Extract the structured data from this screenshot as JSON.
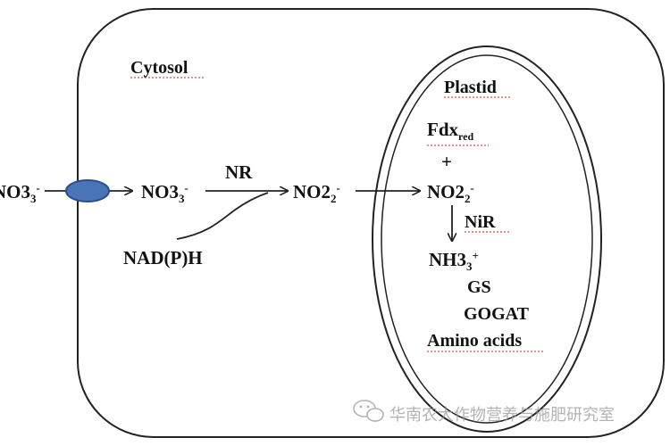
{
  "compartments": {
    "cytosol_label": "Cytosol",
    "plastid_label": "Plastid"
  },
  "cytosol_pathway": {
    "nitrate_outside": "NO3",
    "nitrate_outside_charge": "-",
    "nitrate_inside": "NO3",
    "nitrate_inside_charge": "-",
    "enzyme_nr": "NR",
    "nitrite": "NO2",
    "nitrite_charge": "-",
    "cofactor": "NAD(P)H"
  },
  "plastid_pathway": {
    "fdx_base": "Fdx",
    "fdx_sub": "red",
    "plus": "+",
    "nitrite": "NO2",
    "nitrite_charge": "-",
    "enzyme_nir": "NiR",
    "ammonium": "NH3",
    "ammonium_charge": "+",
    "gs": "GS",
    "gogat": "GOGAT",
    "amino_acids": "Amino acids"
  },
  "watermark": {
    "text": "华南农大作物营养与施肥研究室"
  },
  "colors": {
    "transporter_fill": "#4a74b8",
    "transporter_stroke": "#2b4f8a",
    "outline": "#222222",
    "spellcheck": "#d02020"
  }
}
